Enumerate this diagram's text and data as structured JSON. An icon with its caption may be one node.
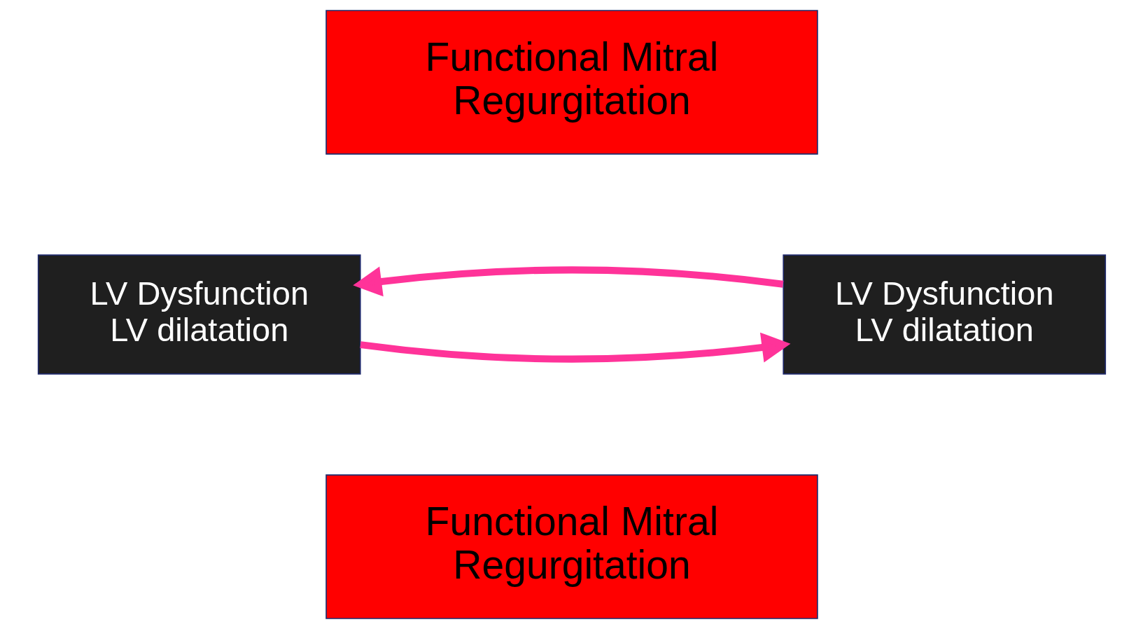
{
  "diagram": {
    "nodes": [
      {
        "text": [
          "Functional Mitral Regurgitation"
        ]
      },
      {
        "text": [
          "LV Dysfunction LV dilatation"
        ]
      },
      {
        "text": [
          "LV Dysfunction LV dilatation"
        ]
      },
      {
        "text": [
          "Functional Mitral Regurgitation"
        ]
      }
    ],
    "edges": [
      {
        "from": 1,
        "to": 2,
        "arrow": "to"
      },
      {
        "from": 2,
        "to": 1,
        "arrow": "to"
      }
    ]
  }
}
